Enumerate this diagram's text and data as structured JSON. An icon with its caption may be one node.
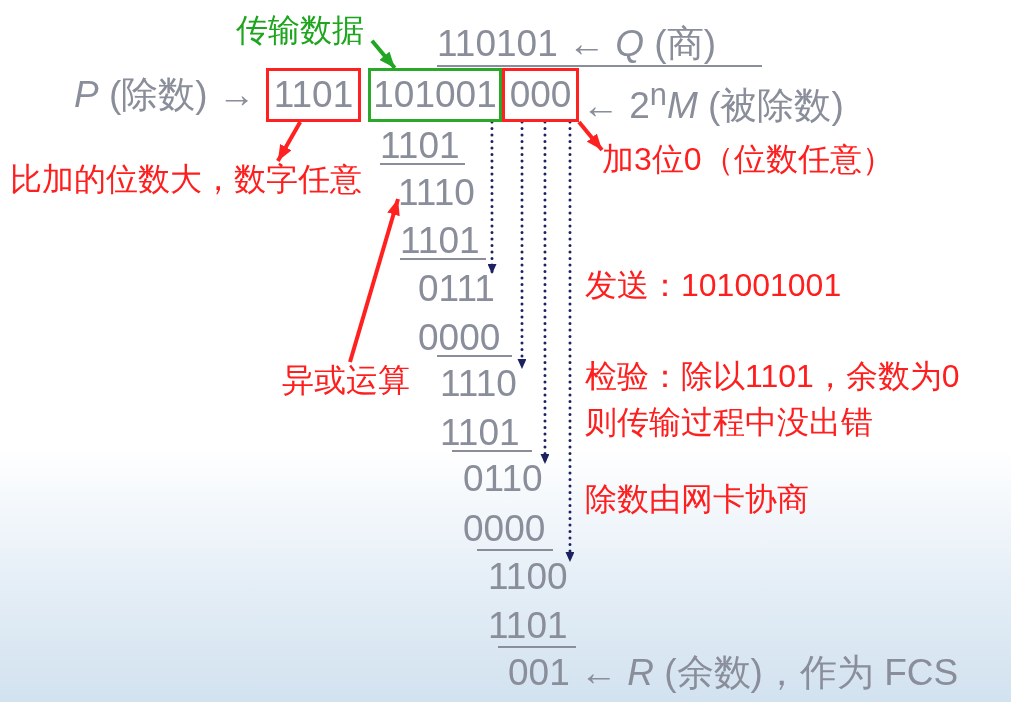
{
  "diagram": {
    "nodes": [
      {
        "text": [
          "传输数据"
        ]
      },
      {
        "text": [
          "1101"
        ],
        "beside": [
          "*P* (除数) →"
        ]
      },
      {
        "text": [
          "101001"
        ]
      },
      {
        "text": [
          "000"
        ],
        "beside": [
          "← 2$^{n}$*M* (被除数)"
        ]
      },
      {
        "text": [
          "比加的位数大，数字任意"
        ]
      },
      {
        "text": [
          "加3位0（位数任意）"
        ]
      },
      {
        "text": [
          "1110"
        ]
      },
      {
        "text": [
          "0111"
        ]
      },
      {
        "text": [
          "异或运算"
        ]
      },
      {
        "text": [
          "1110"
        ]
      },
      {
        "text": [
          "0110"
        ]
      },
      {
        "text": [
          "1100"
        ]
      }
    ],
    "edges": [
      {
        "from": 0,
        "to": 2,
        "arrow": "to",
        "color": "#22a522"
      },
      {
        "from": 1,
        "to": 4,
        "arrow": "to",
        "color": "#ff2020"
      },
      {
        "from": 3,
        "to": 5,
        "arrow": "to",
        "color": "#ff2020"
      },
      {
        "from": 8,
        "to": 6,
        "arrow": "to",
        "color": "#ff2020"
      },
      {
        "from": 2,
        "to": 7,
        "arrow": "to",
        "style": "dashed"
      },
      {
        "from": 3,
        "to": 9,
        "arrow": "to",
        "style": "dashed"
      },
      {
        "from": 3,
        "to": 10,
        "arrow": "to",
        "style": "dashed"
      },
      {
        "from": 3,
        "to": 11,
        "arrow": "to",
        "style": "dashed"
      }
    ],
    "labels": [
      "110101 ← *Q* (商)",
      "1101",
      "1101",
      "发送：101001001",
      "0000",
      "检验：除以1101，余数为0则传输过程中没出错",
      "1101",
      "除数由网卡协商",
      "0000",
      "1101",
      "001",
      "← *R* (余数)，作为 FCS"
    ]
  }
}
